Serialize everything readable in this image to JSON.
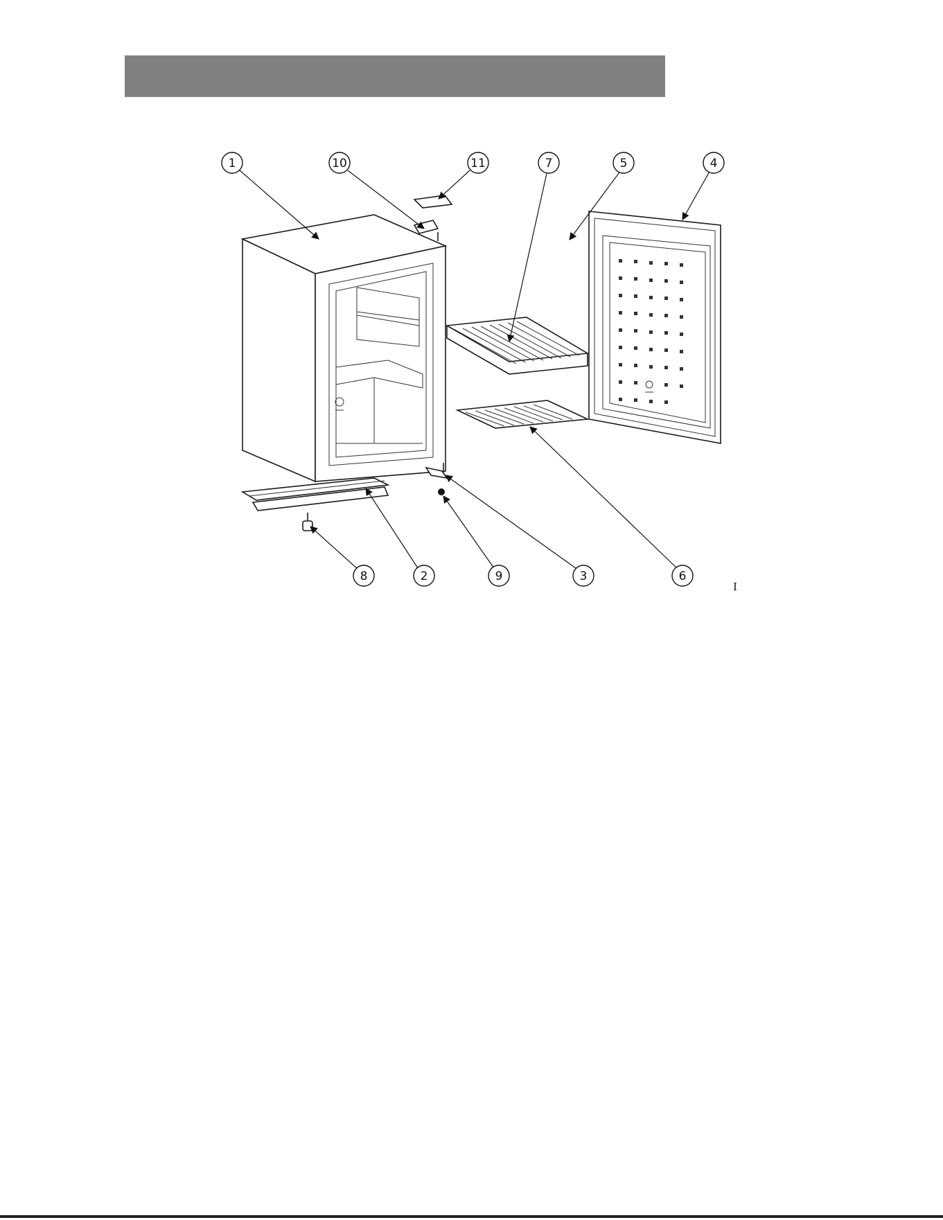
{
  "header": {
    "bar_color": "#808080"
  },
  "callouts": [
    {
      "id": "c1",
      "label": "1"
    },
    {
      "id": "c10",
      "label": "10"
    },
    {
      "id": "c11",
      "label": "11"
    },
    {
      "id": "c7",
      "label": "7"
    },
    {
      "id": "c5",
      "label": "5"
    },
    {
      "id": "c4",
      "label": "4"
    },
    {
      "id": "c8",
      "label": "8"
    },
    {
      "id": "c2",
      "label": "2"
    },
    {
      "id": "c9",
      "label": "9"
    },
    {
      "id": "c3",
      "label": "3"
    },
    {
      "id": "c6",
      "label": "6"
    }
  ],
  "stray_mark": "I"
}
